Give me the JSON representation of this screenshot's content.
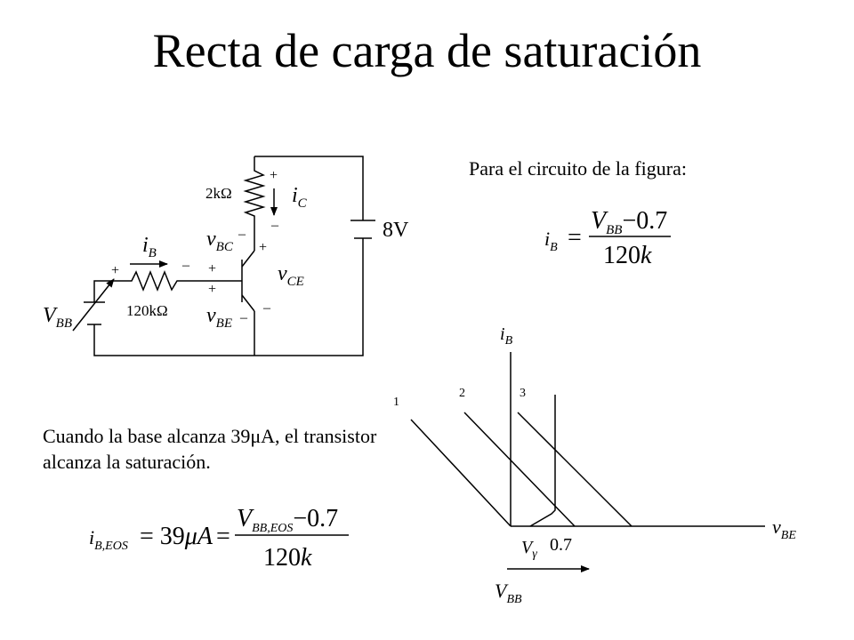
{
  "title": "Recta de carga de saturación",
  "intro_text": "Para el circuito de la figura:",
  "saturation_text": "Cuando la base alcanza 39μA, el transistor alcanza la saturación.",
  "circuit": {
    "r_collector": "2kΩ",
    "r_base": "120kΩ",
    "supply": "8V",
    "plus": "+",
    "minus": "–",
    "i_letter": "i",
    "v_letter": "v",
    "V_letter": "V",
    "sub_B": "B",
    "sub_C": "C",
    "sub_BC": "BC",
    "sub_BE": "BE",
    "sub_CE": "CE",
    "sub_BB": "BB"
  },
  "eq1": {
    "lhs_i": "i",
    "lhs_sub": "B",
    "eq": "=",
    "num_V": "V",
    "num_sub": "BB",
    "num_rest": "−0.7",
    "den": "120",
    "den_k": "k"
  },
  "eq2": {
    "lhs_i": "i",
    "lhs_sub": "B,EOS",
    "mid": "= 39",
    "mu": "μ",
    "A": "A",
    "eq": "=",
    "num_V": "V",
    "num_sub": "BB,EOS",
    "num_rest": "−0.7",
    "den": "120",
    "den_k": "k"
  },
  "graph": {
    "y_letter": "i",
    "y_sub": "B",
    "x_letter": "v",
    "x_sub": "BE",
    "line_labels": [
      "1",
      "2",
      "3"
    ],
    "v_gamma_V": "V",
    "v_gamma_sub": "γ",
    "v_threshold": "0.7",
    "vbb_letter": "V",
    "vbb_sub": "BB"
  }
}
